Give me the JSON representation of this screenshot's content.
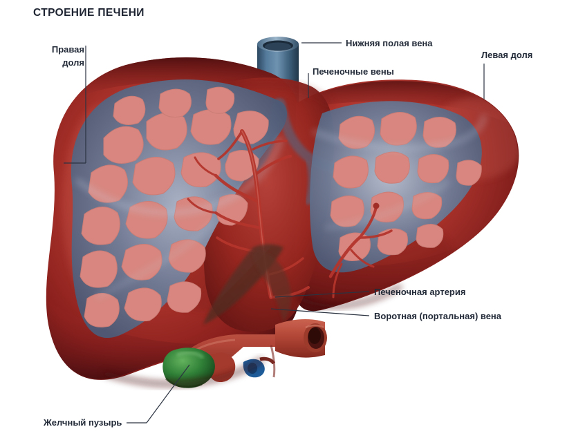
{
  "figure": {
    "title": "СТРОЕНИЕ ПЕЧЕНИ",
    "subject": "liver-anatomy",
    "background_color": "#ffffff",
    "text_color": "#222a38",
    "leader_line_color": "#2b3341"
  },
  "labels": {
    "right_lobe": "Правая доля",
    "right_lobe_line1": "Правая",
    "right_lobe_line2": "доля",
    "inferior_vena_cava": "Нижняя полая вена",
    "hepatic_veins": "Печеночные вены",
    "left_lobe": "Левая доля",
    "hepatic_artery": "Печеночная артерия",
    "portal_vein": "Воротная (портальная) вена",
    "gallbladder": "Желчный пузырь"
  },
  "anatomy_colors": {
    "liver_parenchyma_light": "#c8544c",
    "liver_parenchyma_mid": "#a8302c",
    "liver_parenchyma_dark": "#6e1513",
    "liver_edge_dark": "#4d0d0e",
    "lobule_fill": "#d98a84",
    "venous_network": "#5b6a86",
    "venous_network_light": "#8fa0ba",
    "vena_cava_blue": "#3f6080",
    "vena_cava_blue_dark": "#26384c",
    "artery_red": "#b8352f",
    "portal_vein_terracotta": "#b5473b",
    "portal_vein_lumen": "#4d1411",
    "gallbladder_green": "#2f7a35",
    "gallbladder_green_light": "#54a355",
    "small_vessel_blue": "#1f5f9e"
  },
  "parts": [
    {
      "id": "right-lobe",
      "label": "Правая доля",
      "leader": "horizontal-left"
    },
    {
      "id": "inferior-vena-cava",
      "label": "Нижняя полая вена",
      "leader": "horizontal-left"
    },
    {
      "id": "hepatic-veins",
      "label": "Печеночные вены",
      "leader": "vertical-down"
    },
    {
      "id": "left-lobe",
      "label": "Левая доля",
      "leader": "vertical-down"
    },
    {
      "id": "hepatic-artery",
      "label": "Печеночная артерия",
      "leader": "horizontal-left"
    },
    {
      "id": "portal-vein",
      "label": "Воротная (портальная) вена",
      "leader": "horizontal-left"
    },
    {
      "id": "gallbladder",
      "label": "Желчный пузырь",
      "leader": "diagonal-up-right"
    }
  ]
}
